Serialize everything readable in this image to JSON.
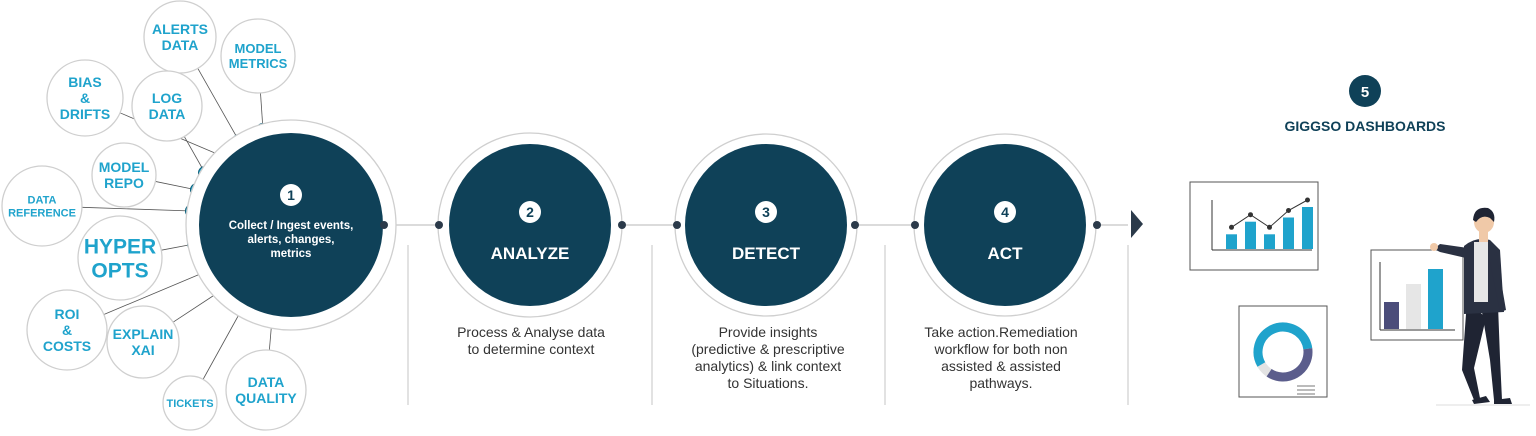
{
  "colors": {
    "navy": "#0f4158",
    "accent": "#1fa3cc",
    "line": "#cfcfcf",
    "text": "#333333"
  },
  "source_bubbles": [
    {
      "name": "alerts-data",
      "lines": [
        "ALERTS",
        "DATA"
      ]
    },
    {
      "name": "model-metrics",
      "lines": [
        "MODEL",
        "METRICS"
      ]
    },
    {
      "name": "bias-drifts",
      "lines": [
        "BIAS",
        "&",
        "DRIFTS"
      ]
    },
    {
      "name": "log-data",
      "lines": [
        "LOG",
        "DATA"
      ]
    },
    {
      "name": "model-repo",
      "lines": [
        "MODEL",
        "REPO"
      ]
    },
    {
      "name": "data-reference",
      "lines": [
        "DATA",
        "REFERENCE"
      ]
    },
    {
      "name": "hyper-opts",
      "lines": [
        "HYPER",
        "OPTS"
      ]
    },
    {
      "name": "roi-costs",
      "lines": [
        "ROI",
        "&",
        "COSTS"
      ]
    },
    {
      "name": "explain-xai",
      "lines": [
        "EXPLAIN",
        "XAI"
      ]
    },
    {
      "name": "tickets",
      "lines": [
        "TICKETS"
      ]
    },
    {
      "name": "data-quality",
      "lines": [
        "DATA",
        "QUALITY"
      ]
    }
  ],
  "steps": [
    {
      "number": "1",
      "title_lines": [
        "Collect / Ingest events,",
        "alerts, changes,",
        "metrics"
      ],
      "description": ""
    },
    {
      "number": "2",
      "title_lines": [
        "ANALYZE"
      ],
      "description": "Process & Analyse data\nto determine context"
    },
    {
      "number": "3",
      "title_lines": [
        "DETECT"
      ],
      "description": "Provide insights\n(predictive & prescriptive\nanalytics) & link context\nto Situations."
    },
    {
      "number": "4",
      "title_lines": [
        "ACT"
      ],
      "description": "Take action.Remediation\nworkflow for both non\nassisted & assisted\npathways."
    }
  ],
  "dashboards": {
    "number": "5",
    "title": "GIGGSO DASHBOARDS"
  },
  "illustration": {
    "chart1_bars": [
      0.35,
      0.65,
      0.35,
      0.75,
      1.0
    ],
    "chart2_bars": [
      0.45,
      0.75,
      1.0
    ],
    "donut_fraction": 0.72
  }
}
